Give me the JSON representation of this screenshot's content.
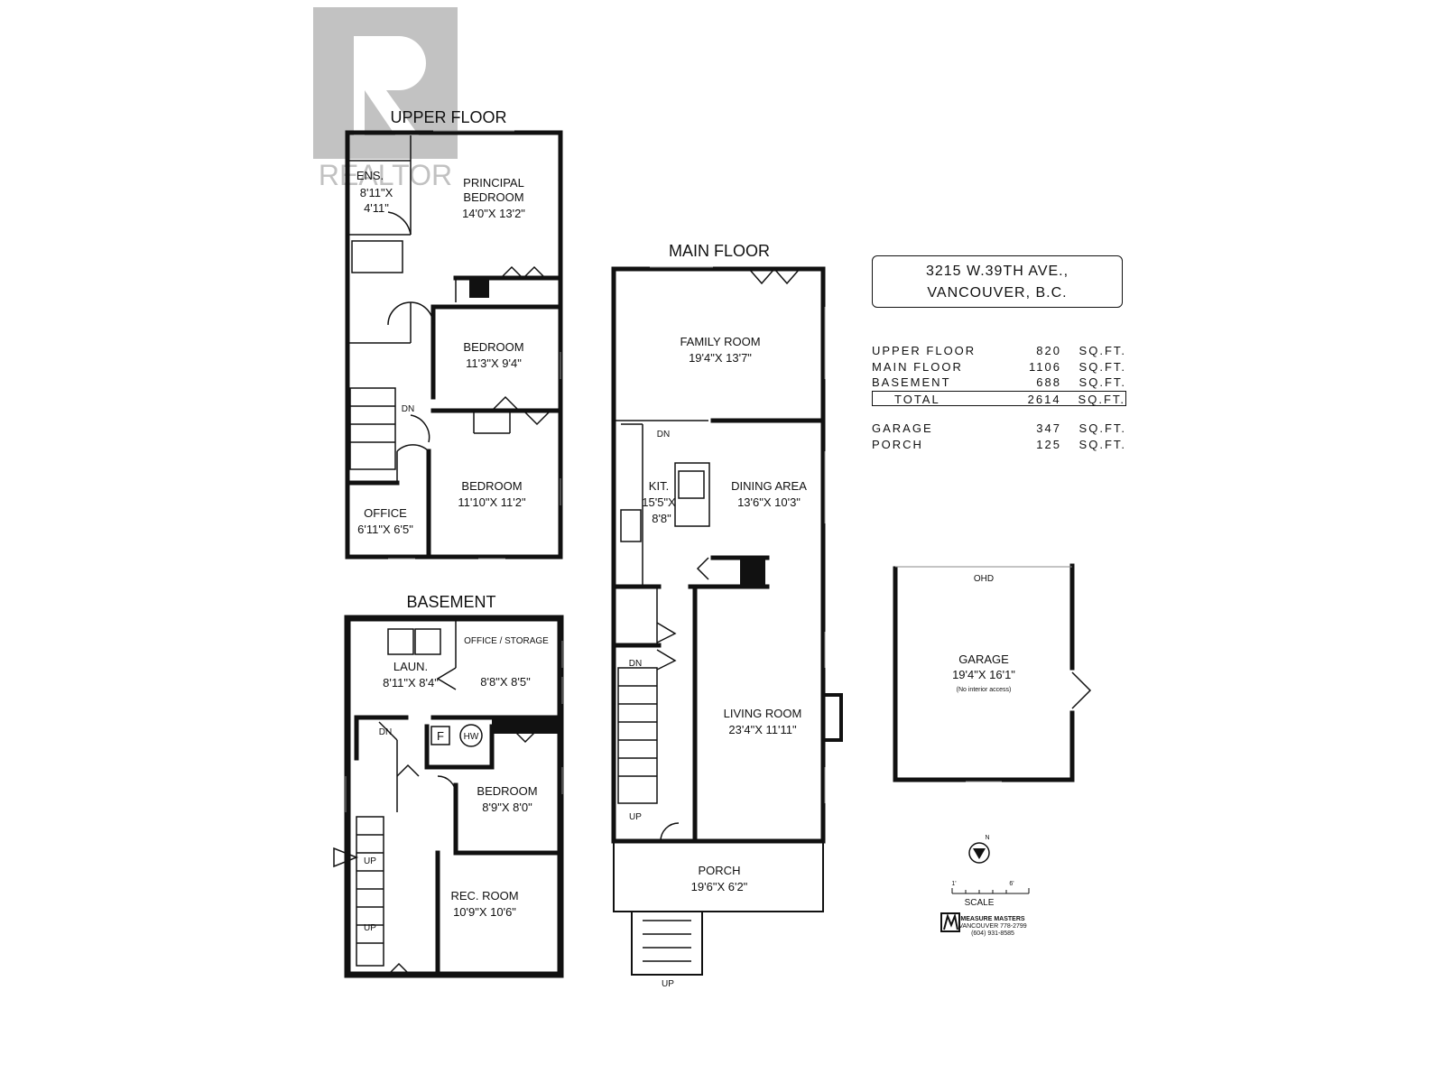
{
  "watermark": {
    "brand": "REALTOR"
  },
  "floors": {
    "upper": "UPPER FLOOR",
    "main": "MAIN FLOOR",
    "basement": "BASEMENT"
  },
  "upper_rooms": {
    "ens": {
      "name": "ENS.",
      "dim1": "8'11\"X",
      "dim2": "4'11\""
    },
    "principal": {
      "name1": "PRINCIPAL",
      "name2": "BEDROOM",
      "dim": "14'0\"X 13'2\""
    },
    "bedroom1": {
      "name": "BEDROOM",
      "dim": "11'3\"X 9'4\""
    },
    "bedroom2": {
      "name": "BEDROOM",
      "dim": "11'10\"X 11'2\""
    },
    "office": {
      "name": "OFFICE",
      "dim": "6'11\"X 6'5\""
    },
    "dn": "DN"
  },
  "main_rooms": {
    "family": {
      "name": "FAMILY ROOM",
      "dim": "19'4\"X 13'7\""
    },
    "kit": {
      "name": "KIT.",
      "dim1": "15'5\"X",
      "dim2": "8'8\""
    },
    "dining": {
      "name": "DINING AREA",
      "dim": "13'6\"X 10'3\""
    },
    "living": {
      "name": "LIVING ROOM",
      "dim": "23'4\"X 11'11\""
    },
    "porch": {
      "name": "PORCH",
      "dim": "19'6\"X 6'2\""
    },
    "dn1": "DN",
    "dn2": "DN",
    "up1": "UP",
    "up2": "UP"
  },
  "basement_rooms": {
    "laun": {
      "name": "LAUN.",
      "dim": "8'11\"X 8'4\""
    },
    "office": {
      "name": "OFFICE / STORAGE",
      "dim": "8'8\"X 8'5\""
    },
    "bedroom": {
      "name": "BEDROOM",
      "dim": "8'9\"X 8'0\""
    },
    "rec": {
      "name": "REC. ROOM",
      "dim": "10'9\"X 10'6\""
    },
    "furnace": "F",
    "hw": "HW",
    "dn": "DN",
    "up1": "UP",
    "up2": "UP"
  },
  "garage": {
    "ohd": "OHD",
    "name": "GARAGE",
    "dim": "19'4\"X 16'1\"",
    "note": "(No interior access)"
  },
  "address": {
    "line1": "3215 W.39TH AVE.,",
    "line2": "VANCOUVER, B.C."
  },
  "areas": [
    {
      "name": "UPPER FLOOR",
      "value": "820",
      "unit": "SQ.FT."
    },
    {
      "name": "MAIN FLOOR",
      "value": "1106",
      "unit": "SQ.FT."
    },
    {
      "name": "BASEMENT",
      "value": "688",
      "unit": "SQ.FT."
    }
  ],
  "total": {
    "name": "TOTAL",
    "value": "2614",
    "unit": "SQ.FT."
  },
  "extras": [
    {
      "name": "GARAGE",
      "value": "347",
      "unit": "SQ.FT."
    },
    {
      "name": "PORCH",
      "value": "125",
      "unit": "SQ.FT."
    }
  ],
  "compass": {
    "n": "N"
  },
  "scale": {
    "left": "1'",
    "right": "6'",
    "label": "SCALE"
  },
  "maker": {
    "name": "MEASURE MASTERS",
    "line1": "VANCOUVER 778-2799",
    "line2": "(604) 931-8585"
  }
}
